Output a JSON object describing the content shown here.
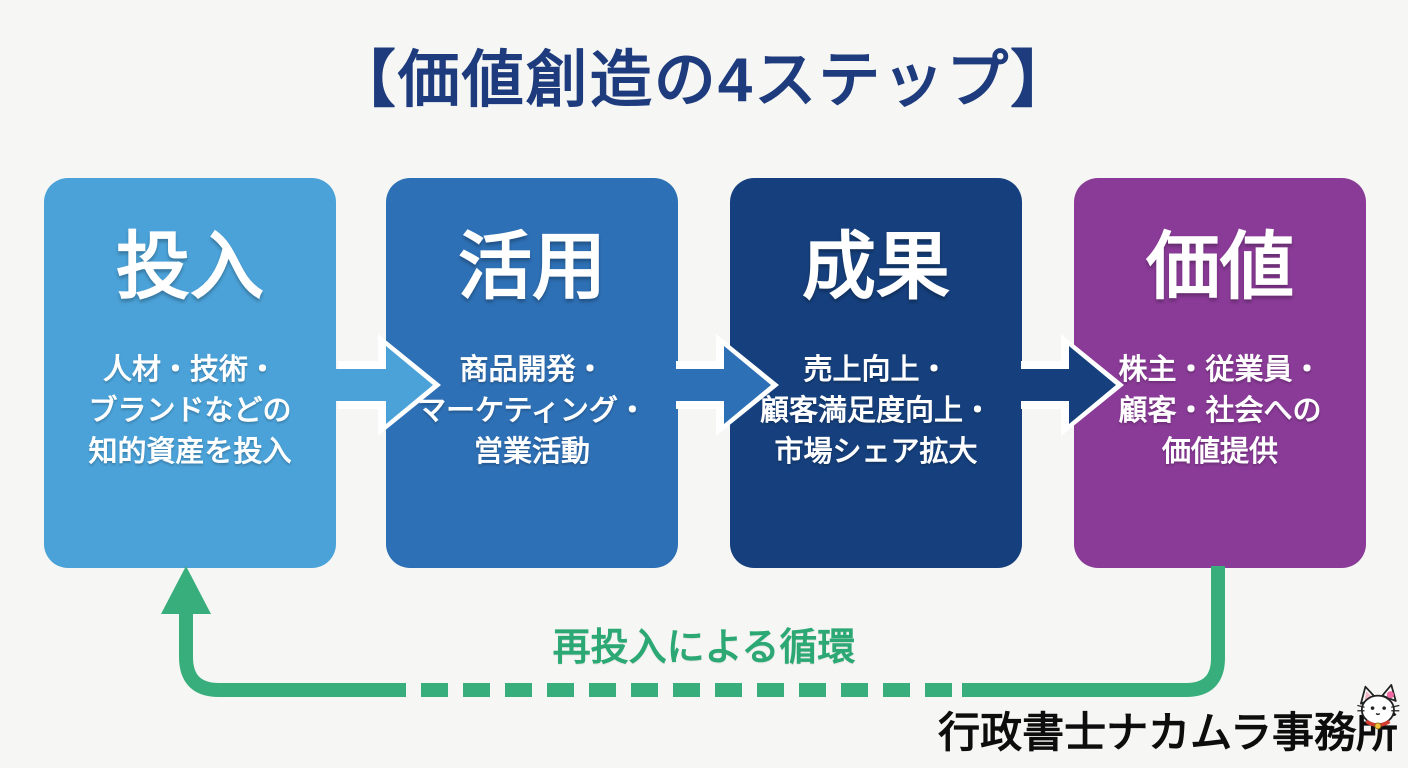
{
  "title": "【価値創造の4ステップ】",
  "steps": [
    {
      "label": "投入",
      "description": "人材・技術・\nブランドなどの\n知的資産を投入",
      "color": "#4BA2D8"
    },
    {
      "label": "活用",
      "description": "商品開発・\nマーケティング・\n営業活動",
      "color": "#2E70B5"
    },
    {
      "label": "成果",
      "description": "売上向上・\n顧客満足度向上・\n市場シェア拡大",
      "color": "#16407D"
    },
    {
      "label": "価値",
      "description": "株主・従業員・\n顧客・社会への\n価値提供",
      "color": "#8A3B97"
    }
  ],
  "loop_label": "再投入による循環",
  "footer_logo": "行政書士ナカムラ事務所",
  "icons": {
    "flow_arrow": "right-arrow-icon",
    "loop_arrow": "loop-up-arrow-icon",
    "mascot": "cat-mascot-icon"
  },
  "colors": {
    "bg": "#f6f7f4",
    "title-navy": "#1d3b7d",
    "loop-green": "#38ae7c",
    "label-green": "#2ca874",
    "logo-black": "#0d0d0d"
  }
}
